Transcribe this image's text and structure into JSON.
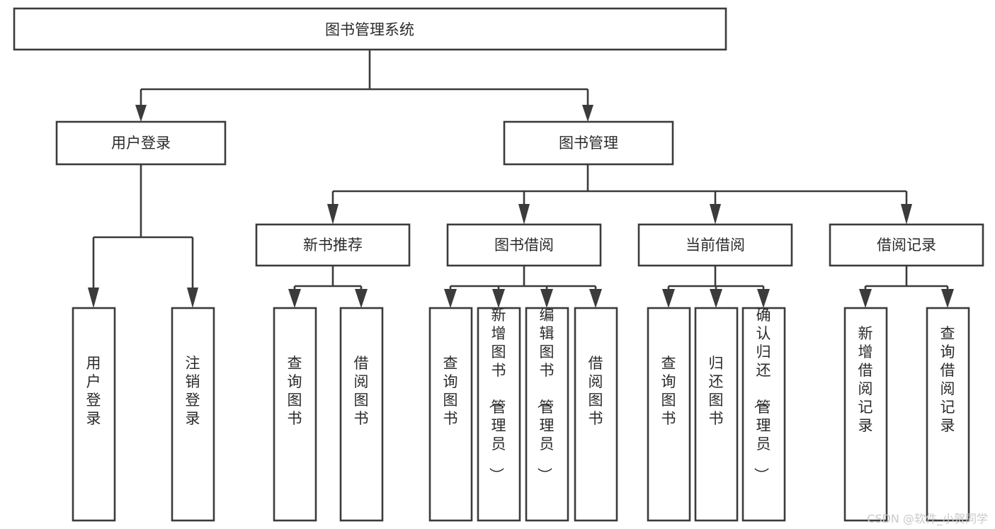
{
  "diagram": {
    "type": "tree",
    "orientation": "top-down",
    "title": "图书管理系统",
    "colors": {
      "background": "#ffffff",
      "box_fill": "#ffffff",
      "box_stroke": "#3b3b3b",
      "connector": "#3b3b3b",
      "label_text": "#2b2b2b",
      "watermark": "#c9c9c9"
    },
    "root": {
      "label": "图书管理系统"
    },
    "level1": [
      {
        "label": "用户登录"
      },
      {
        "label": "图书管理"
      }
    ],
    "level2": [
      {
        "label": "新书推荐"
      },
      {
        "label": "图书借阅"
      },
      {
        "label": "当前借阅"
      },
      {
        "label": "借阅记录"
      }
    ],
    "leaves_user_login": [
      {
        "label": "用户登录"
      },
      {
        "label": "注销登录"
      }
    ],
    "leaves_new_book": [
      {
        "label": "查询图书"
      },
      {
        "label": "借阅图书"
      }
    ],
    "leaves_borrow": [
      {
        "label": "查询图书"
      },
      {
        "label": "新增图书（管理员）"
      },
      {
        "label": "编辑图书（管理员）"
      },
      {
        "label": "借阅图书"
      }
    ],
    "leaves_current": [
      {
        "label": "查询图书"
      },
      {
        "label": "归还图书"
      },
      {
        "label": "确认归还（管理员）"
      }
    ],
    "leaves_records": [
      {
        "label": "新增借阅记录"
      },
      {
        "label": "查询借阅记录"
      }
    ]
  },
  "watermark": {
    "text": "CSDN @软件_小贺同学"
  }
}
